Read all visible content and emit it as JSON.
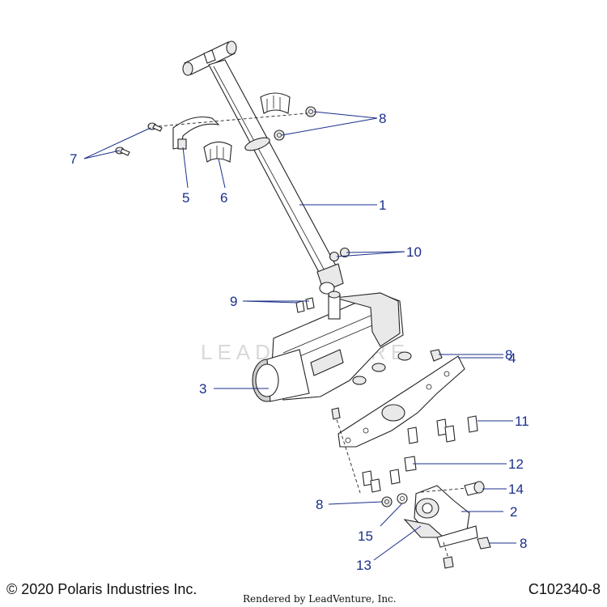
{
  "watermark": "LEADVENTURE",
  "callouts": [
    {
      "id": "1",
      "label": "1"
    },
    {
      "id": "2",
      "label": "2"
    },
    {
      "id": "3",
      "label": "3"
    },
    {
      "id": "4",
      "label": "4"
    },
    {
      "id": "5",
      "label": "5"
    },
    {
      "id": "6",
      "label": "6"
    },
    {
      "id": "7",
      "label": "7"
    },
    {
      "id": "8a",
      "label": "8"
    },
    {
      "id": "8b",
      "label": "8"
    },
    {
      "id": "8c",
      "label": "8"
    },
    {
      "id": "8d",
      "label": "8"
    },
    {
      "id": "9",
      "label": "9"
    },
    {
      "id": "10",
      "label": "10"
    },
    {
      "id": "11",
      "label": "11"
    },
    {
      "id": "12",
      "label": "12"
    },
    {
      "id": "13",
      "label": "13"
    },
    {
      "id": "14",
      "label": "14"
    },
    {
      "id": "15",
      "label": "15"
    }
  ],
  "footer": {
    "copyright": "© 2020 Polaris Industries Inc.",
    "rendered_by": "Rendered by LeadVenture, Inc.",
    "diagram_code": "C102340-8"
  },
  "colors": {
    "callout": "#1a2f8a",
    "linework": "#222222",
    "watermark": "#d9d9d9"
  }
}
